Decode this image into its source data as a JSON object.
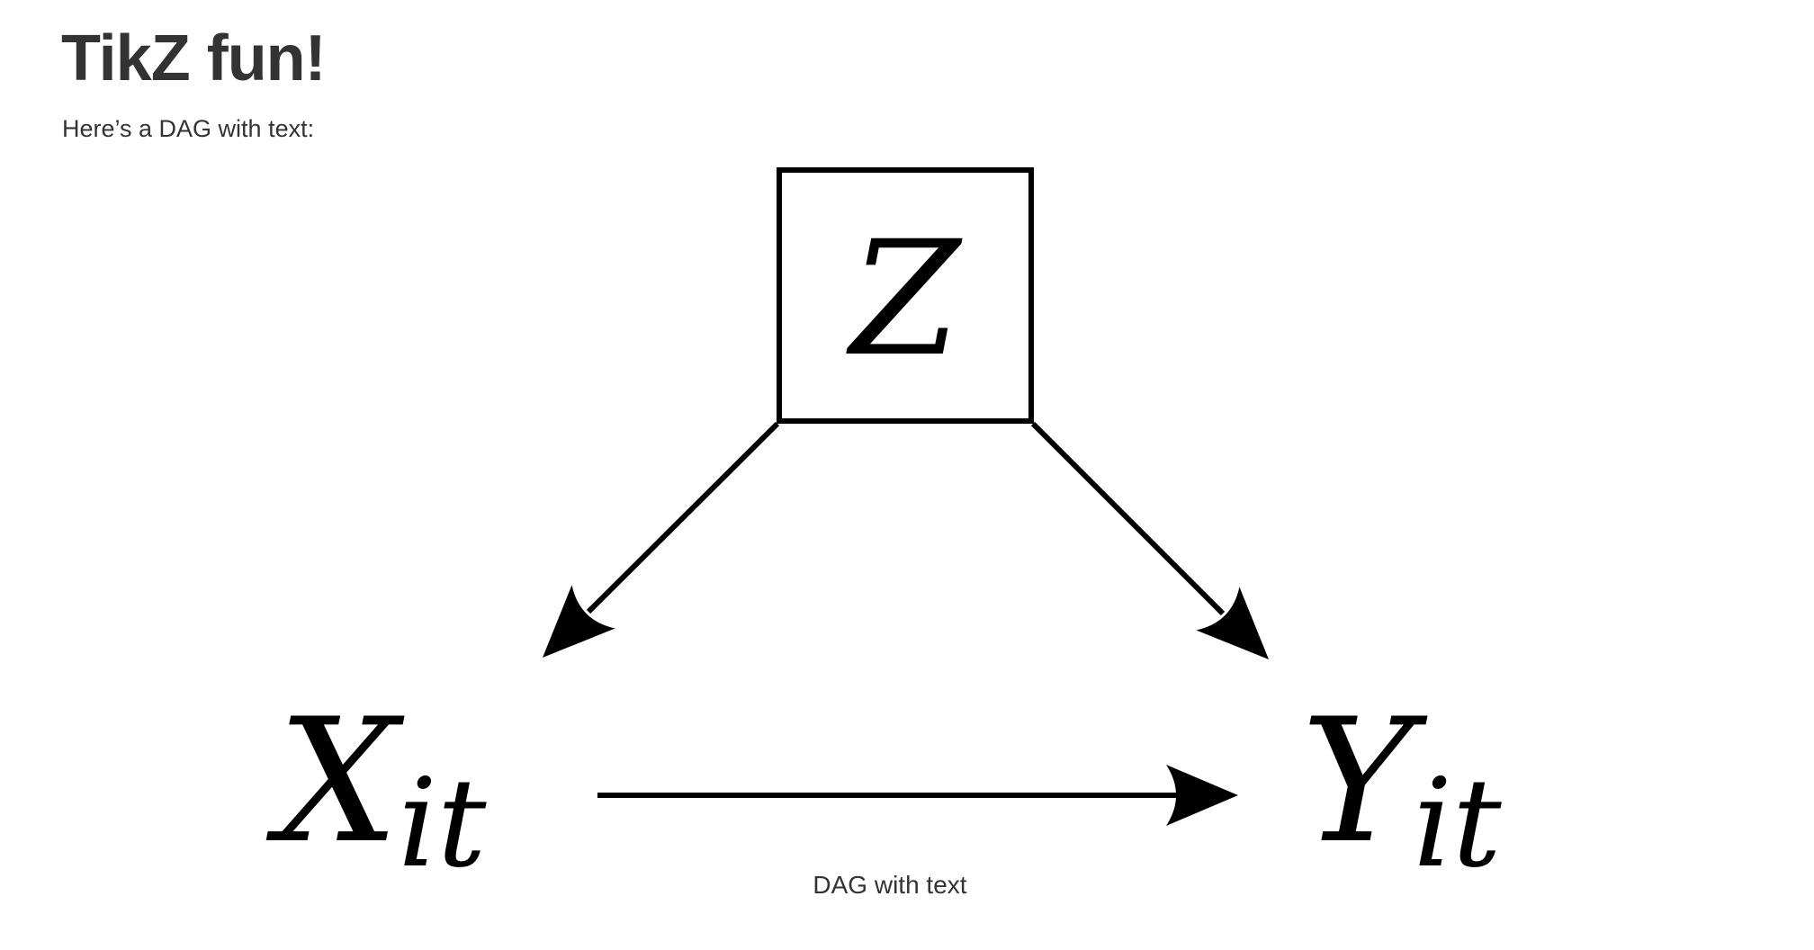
{
  "page": {
    "title": "TikZ fun!",
    "intro": "Here’s a DAG with text:"
  },
  "dag": {
    "nodes": {
      "z": {
        "label": "Z",
        "boxed": true
      },
      "x": {
        "base": "X",
        "subscript": "it"
      },
      "y": {
        "base": "Y",
        "subscript": "it"
      }
    },
    "edges": [
      {
        "from": "Z",
        "to": "X"
      },
      {
        "from": "Z",
        "to": "Y"
      },
      {
        "from": "X",
        "to": "Y"
      }
    ],
    "caption": "DAG with text"
  },
  "colors": {
    "text": "#333333",
    "ink": "#000000",
    "background": "#ffffff"
  }
}
